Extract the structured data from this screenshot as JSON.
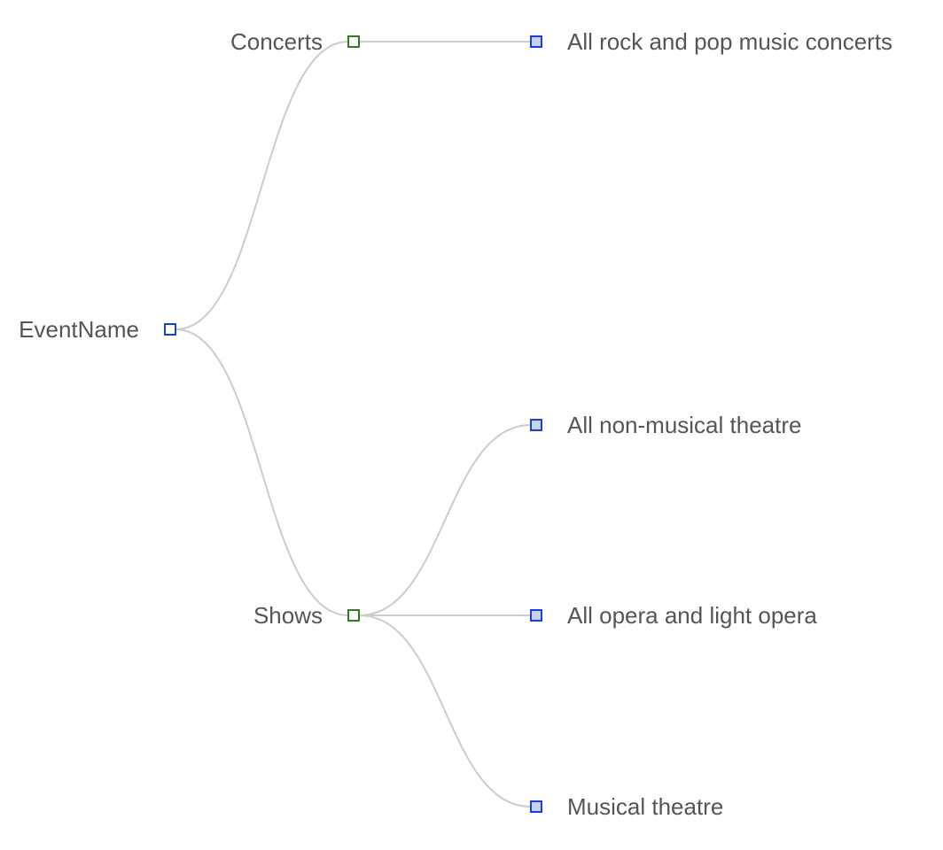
{
  "tree": {
    "root": {
      "label": "EventName",
      "marker_color": "#1a3fe0",
      "marker_fill": "#ffffff",
      "children": [
        {
          "label": "Concerts",
          "marker_color": "#2e7d1e",
          "marker_fill": "#ffffff",
          "children": [
            {
              "label": "All rock and pop music concerts",
              "marker_color": "#1a3fe0",
              "marker_fill": "#c9d3e8"
            }
          ]
        },
        {
          "label": "Shows",
          "marker_color": "#2e7d1e",
          "marker_fill": "#ffffff",
          "children": [
            {
              "label": "All non-musical theatre",
              "marker_color": "#1a3fe0",
              "marker_fill": "#c9d3e8"
            },
            {
              "label": "All opera and light opera",
              "marker_color": "#1a3fe0",
              "marker_fill": "#c9d3e8"
            },
            {
              "label": "Musical theatre",
              "marker_color": "#1a3fe0",
              "marker_fill": "#c9d3e8"
            }
          ]
        }
      ]
    },
    "link_color": "#cccccc",
    "label_color": "#555555"
  }
}
